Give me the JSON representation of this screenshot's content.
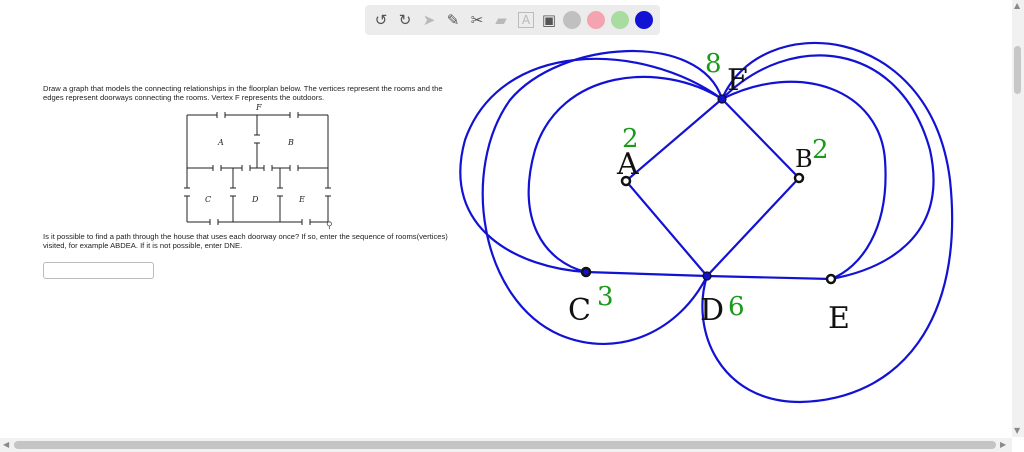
{
  "toolbar": {
    "tools": [
      {
        "icon": "undo-icon",
        "glyph": "↺"
      },
      {
        "icon": "redo-icon",
        "glyph": "↻"
      },
      {
        "icon": "pointer-icon",
        "glyph": "➤"
      },
      {
        "icon": "pen-icon",
        "glyph": "✎"
      },
      {
        "icon": "tools-icon",
        "glyph": "✂"
      },
      {
        "icon": "highlighter-icon",
        "glyph": "▰"
      },
      {
        "icon": "text-icon",
        "glyph": "A"
      },
      {
        "icon": "image-icon",
        "glyph": "▣"
      }
    ],
    "colors": [
      "#c0c0c0",
      "#f4a3b1",
      "#a8dca0",
      "#1212d4"
    ]
  },
  "question": {
    "intro": "Draw a graph that models the connecting relationships in the floorplan below. The vertices represent the rooms and the edges represent doorways connecting the rooms. Vertex F represents the outdoors.",
    "prompt": "Is it possible to find a path through the house that uses each doorway once? If so, enter the sequence of rooms(vertices) visited, for example ABDEA. If it is not possible, enter DNE.",
    "answer_value": ""
  },
  "floorplan": {
    "outdoor_label": "F",
    "rooms": [
      "A",
      "B",
      "C",
      "D",
      "E"
    ]
  },
  "drawing": {
    "vertex_labels": [
      "F",
      "A",
      "B",
      "C",
      "D",
      "E"
    ],
    "degrees": {
      "F": "8",
      "A": "2",
      "B": "2",
      "C": "3",
      "D": "6"
    },
    "stroke_color": "#1212d4",
    "degree_color": "#1a9a1a"
  }
}
